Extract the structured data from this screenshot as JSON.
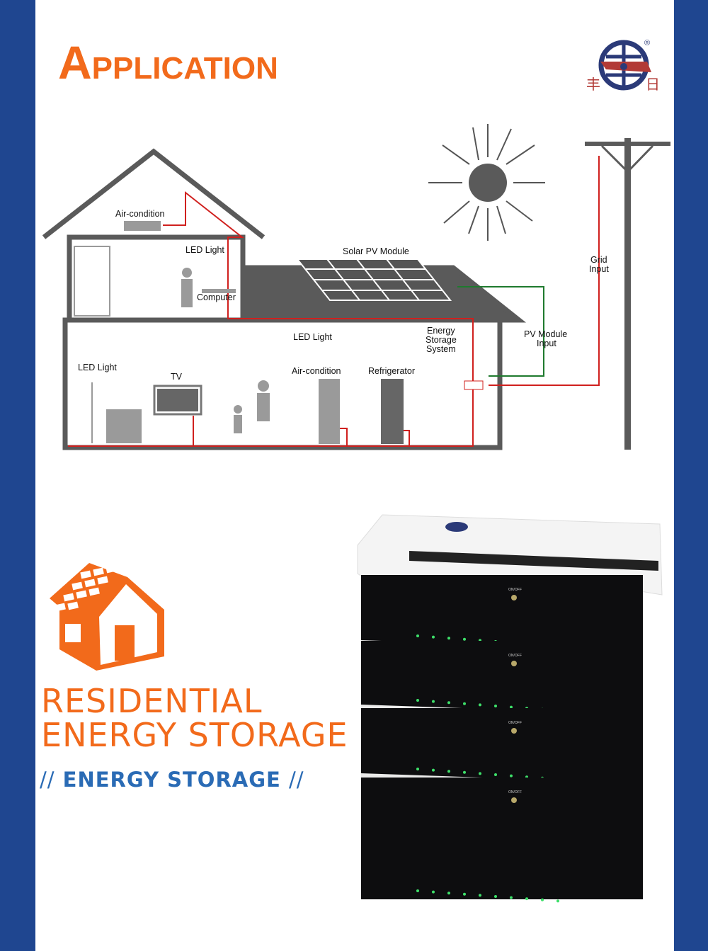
{
  "header": {
    "title_initial": "A",
    "title_rest": "PPLICATION",
    "logo_mark": "®",
    "logo_chars": [
      "丰",
      "日"
    ]
  },
  "diagram": {
    "labels": {
      "air_condition_upper": "Air-condition",
      "led_light_upper": "LED Light",
      "computer": "Computer",
      "solar_pv_module": "Solar PV Module",
      "grid_input": [
        "Grid",
        "Input"
      ],
      "led_light_middle": "LED Light",
      "energy_storage_system": [
        "Energy",
        "Storage",
        "System"
      ],
      "pv_module_input": [
        "PV Module",
        "Input"
      ],
      "led_light_lower": "LED Light",
      "tv": "TV",
      "air_condition_lower": "Air-condition",
      "refrigerator": "Refrigerator"
    },
    "colors": {
      "structure": "#5a5a5a",
      "ac_wire": "#d0201e",
      "pv_wire": "#1f7a2e"
    }
  },
  "promo": {
    "headline_lines": [
      "RESIDENTIAL",
      "ENERGY STORAGE"
    ],
    "subtitle": "ENERGY STORAGE",
    "subtitle_decor": "//"
  },
  "product": {
    "switch_label": "ON/OFF",
    "modules": 4
  },
  "colors": {
    "side": "#1f4690",
    "orange": "#f26a1b",
    "blue": "#2a6bb5"
  }
}
